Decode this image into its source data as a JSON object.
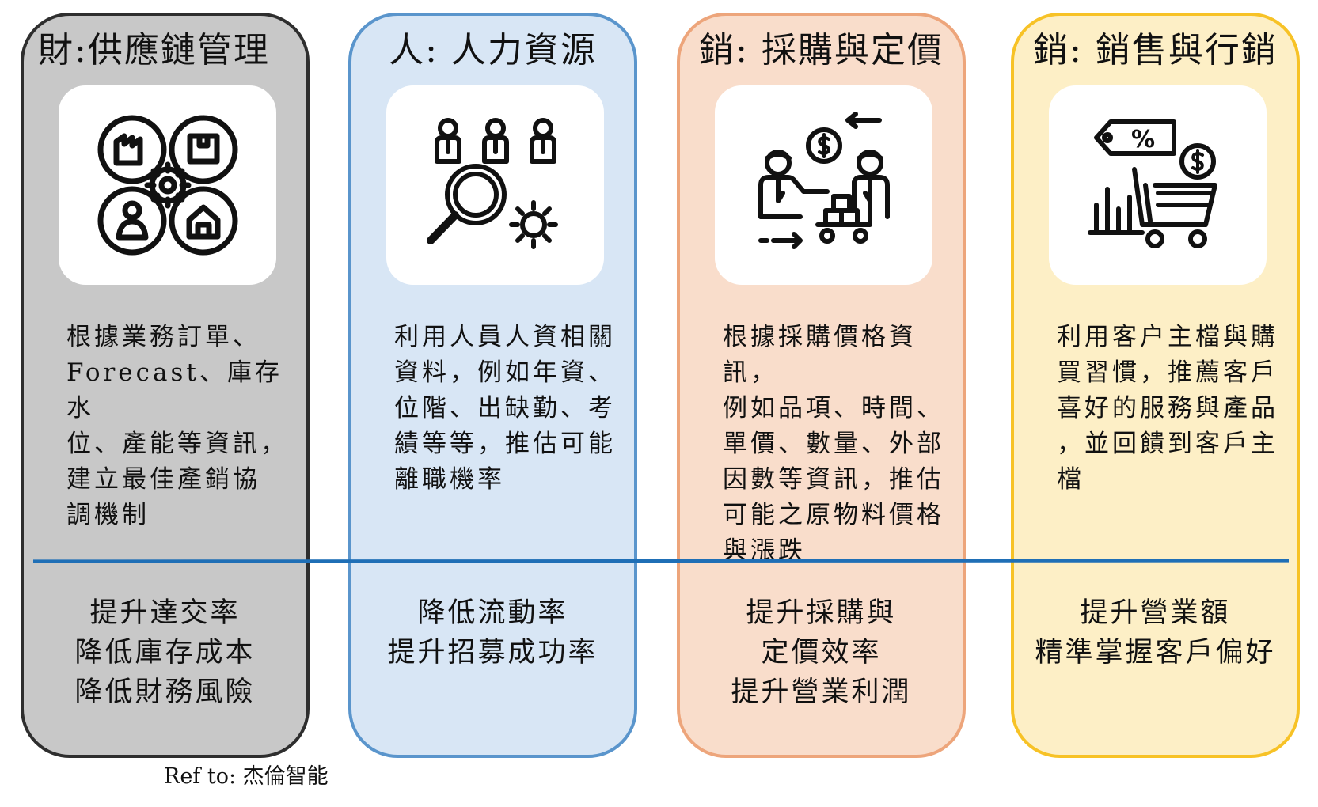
{
  "cards": [
    {
      "title": "財:供應鏈管理",
      "icon": "supply-chain-gear-icon",
      "description": [
        "根據業務訂單、",
        "Forecast、庫存水",
        "位、產能等資訊，",
        "建立最佳產銷協",
        "調機制"
      ],
      "results": [
        "提升達交率",
        "降低庫存成本",
        "降低財務風險"
      ],
      "bg": "#c8c8c8",
      "border": "#2e2e2e"
    },
    {
      "title": "人: 人力資源",
      "icon": "hr-people-search-icon",
      "description": [
        "利用人員人資相關",
        "資料，例如年資、",
        "位階、出缺勤、考",
        "績等等，推估可能",
        "離職機率"
      ],
      "results": [
        "降低流動率",
        "提升招募成功率"
      ],
      "bg": "#d8e6f5",
      "border": "#5a95cc"
    },
    {
      "title": "銷: 採購與定價",
      "icon": "procurement-negotiation-icon",
      "description": [
        "根據採購價格資訊，",
        "例如品項、時間、",
        "單價、數量、外部",
        "因數等資訊，推估",
        "可能之原物料價格",
        "與漲跌"
      ],
      "results": [
        "提升採購與",
        "定價效率",
        "提升營業利潤"
      ],
      "bg": "#f9ddcb",
      "border": "#eda57b"
    },
    {
      "title": "銷: 銷售與行銷",
      "icon": "shopping-cart-discount-icon",
      "description": [
        "利用客户主檔與購",
        "買習慣，推薦客戶",
        "喜好的服務與產品",
        "，並回饋到客戶主",
        "檔"
      ],
      "results": [
        "提升營業額",
        "精準掌握客戶偏好"
      ],
      "bg": "#fdefc6",
      "border": "#f7c226"
    }
  ],
  "reference": "Ref to: 杰倫智能",
  "divider_color": "#1f6fb6"
}
